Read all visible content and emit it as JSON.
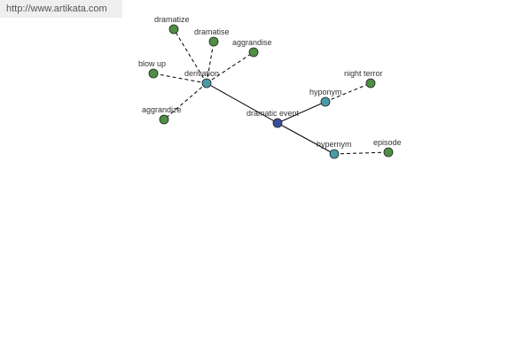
{
  "source_url": "http://www.artikata.com",
  "colors": {
    "center": "#3a4f9a",
    "relation": "#4a9ba6",
    "leaf": "#4e8f44",
    "node_stroke": "#222222",
    "edge": "#000000"
  },
  "graph": {
    "center": {
      "id": "dramatic-event",
      "label": "dramatic event",
      "kind": "center"
    },
    "relations": [
      {
        "id": "derivation",
        "label": "derivation",
        "kind": "relation"
      },
      {
        "id": "hyponym",
        "label": "hyponym",
        "kind": "relation"
      },
      {
        "id": "hypernym",
        "label": "hypernym",
        "kind": "relation"
      }
    ],
    "leaves": [
      {
        "id": "dramatize",
        "label": "dramatize",
        "parent": "derivation"
      },
      {
        "id": "dramatise",
        "label": "dramatise",
        "parent": "derivation"
      },
      {
        "id": "aggrandise",
        "label": "aggrandise",
        "parent": "derivation"
      },
      {
        "id": "blow-up",
        "label": "blow up",
        "parent": "derivation"
      },
      {
        "id": "aggrandize",
        "label": "aggrandize",
        "parent": "derivation"
      },
      {
        "id": "night-terror",
        "label": "night terror",
        "parent": "hyponym"
      },
      {
        "id": "episode",
        "label": "episode",
        "parent": "hypernym"
      }
    ]
  }
}
